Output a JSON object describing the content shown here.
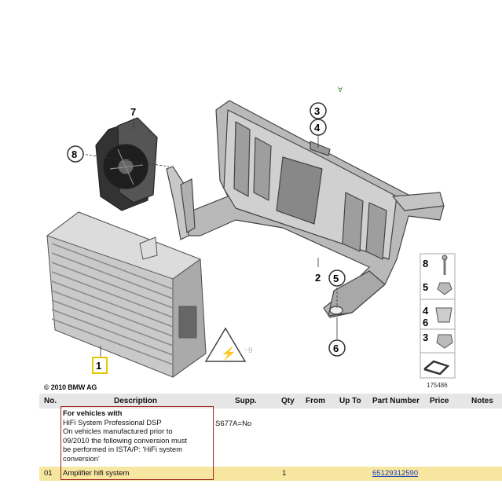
{
  "diagram": {
    "callouts": [
      "7",
      "8",
      "3",
      "4",
      "2",
      "5",
      "6",
      "1",
      "9"
    ],
    "side_panel": [
      "8",
      "5",
      "4",
      "6",
      "3"
    ],
    "image_number": "175486",
    "copyright": "© 2010 BMW AG"
  },
  "table": {
    "headers": {
      "no": "No.",
      "description": "Description",
      "supp": "Supp.",
      "qty": "Qty",
      "from": "From",
      "up_to": "Up To",
      "part_number": "Part Number",
      "price": "Price",
      "notes": "Notes"
    },
    "group": {
      "title": "For vehicles with",
      "lines": [
        "HiFi System Professional DSP",
        "On vehicles manufactured prior to",
        "09/2010 the following conversion must",
        "be performed in ISTA/P: 'HiFi system",
        "conversion'"
      ],
      "supp": "S677A=No"
    },
    "rows": [
      {
        "no": "01",
        "description": "Amplifier hifi system",
        "qty": "1",
        "part_number": "65129312590"
      }
    ]
  },
  "colors": {
    "highlight_row": "#f7e6a0",
    "box_border": "#a32020",
    "link": "#1a3fbf",
    "callout_highlight": "#e6c800"
  }
}
